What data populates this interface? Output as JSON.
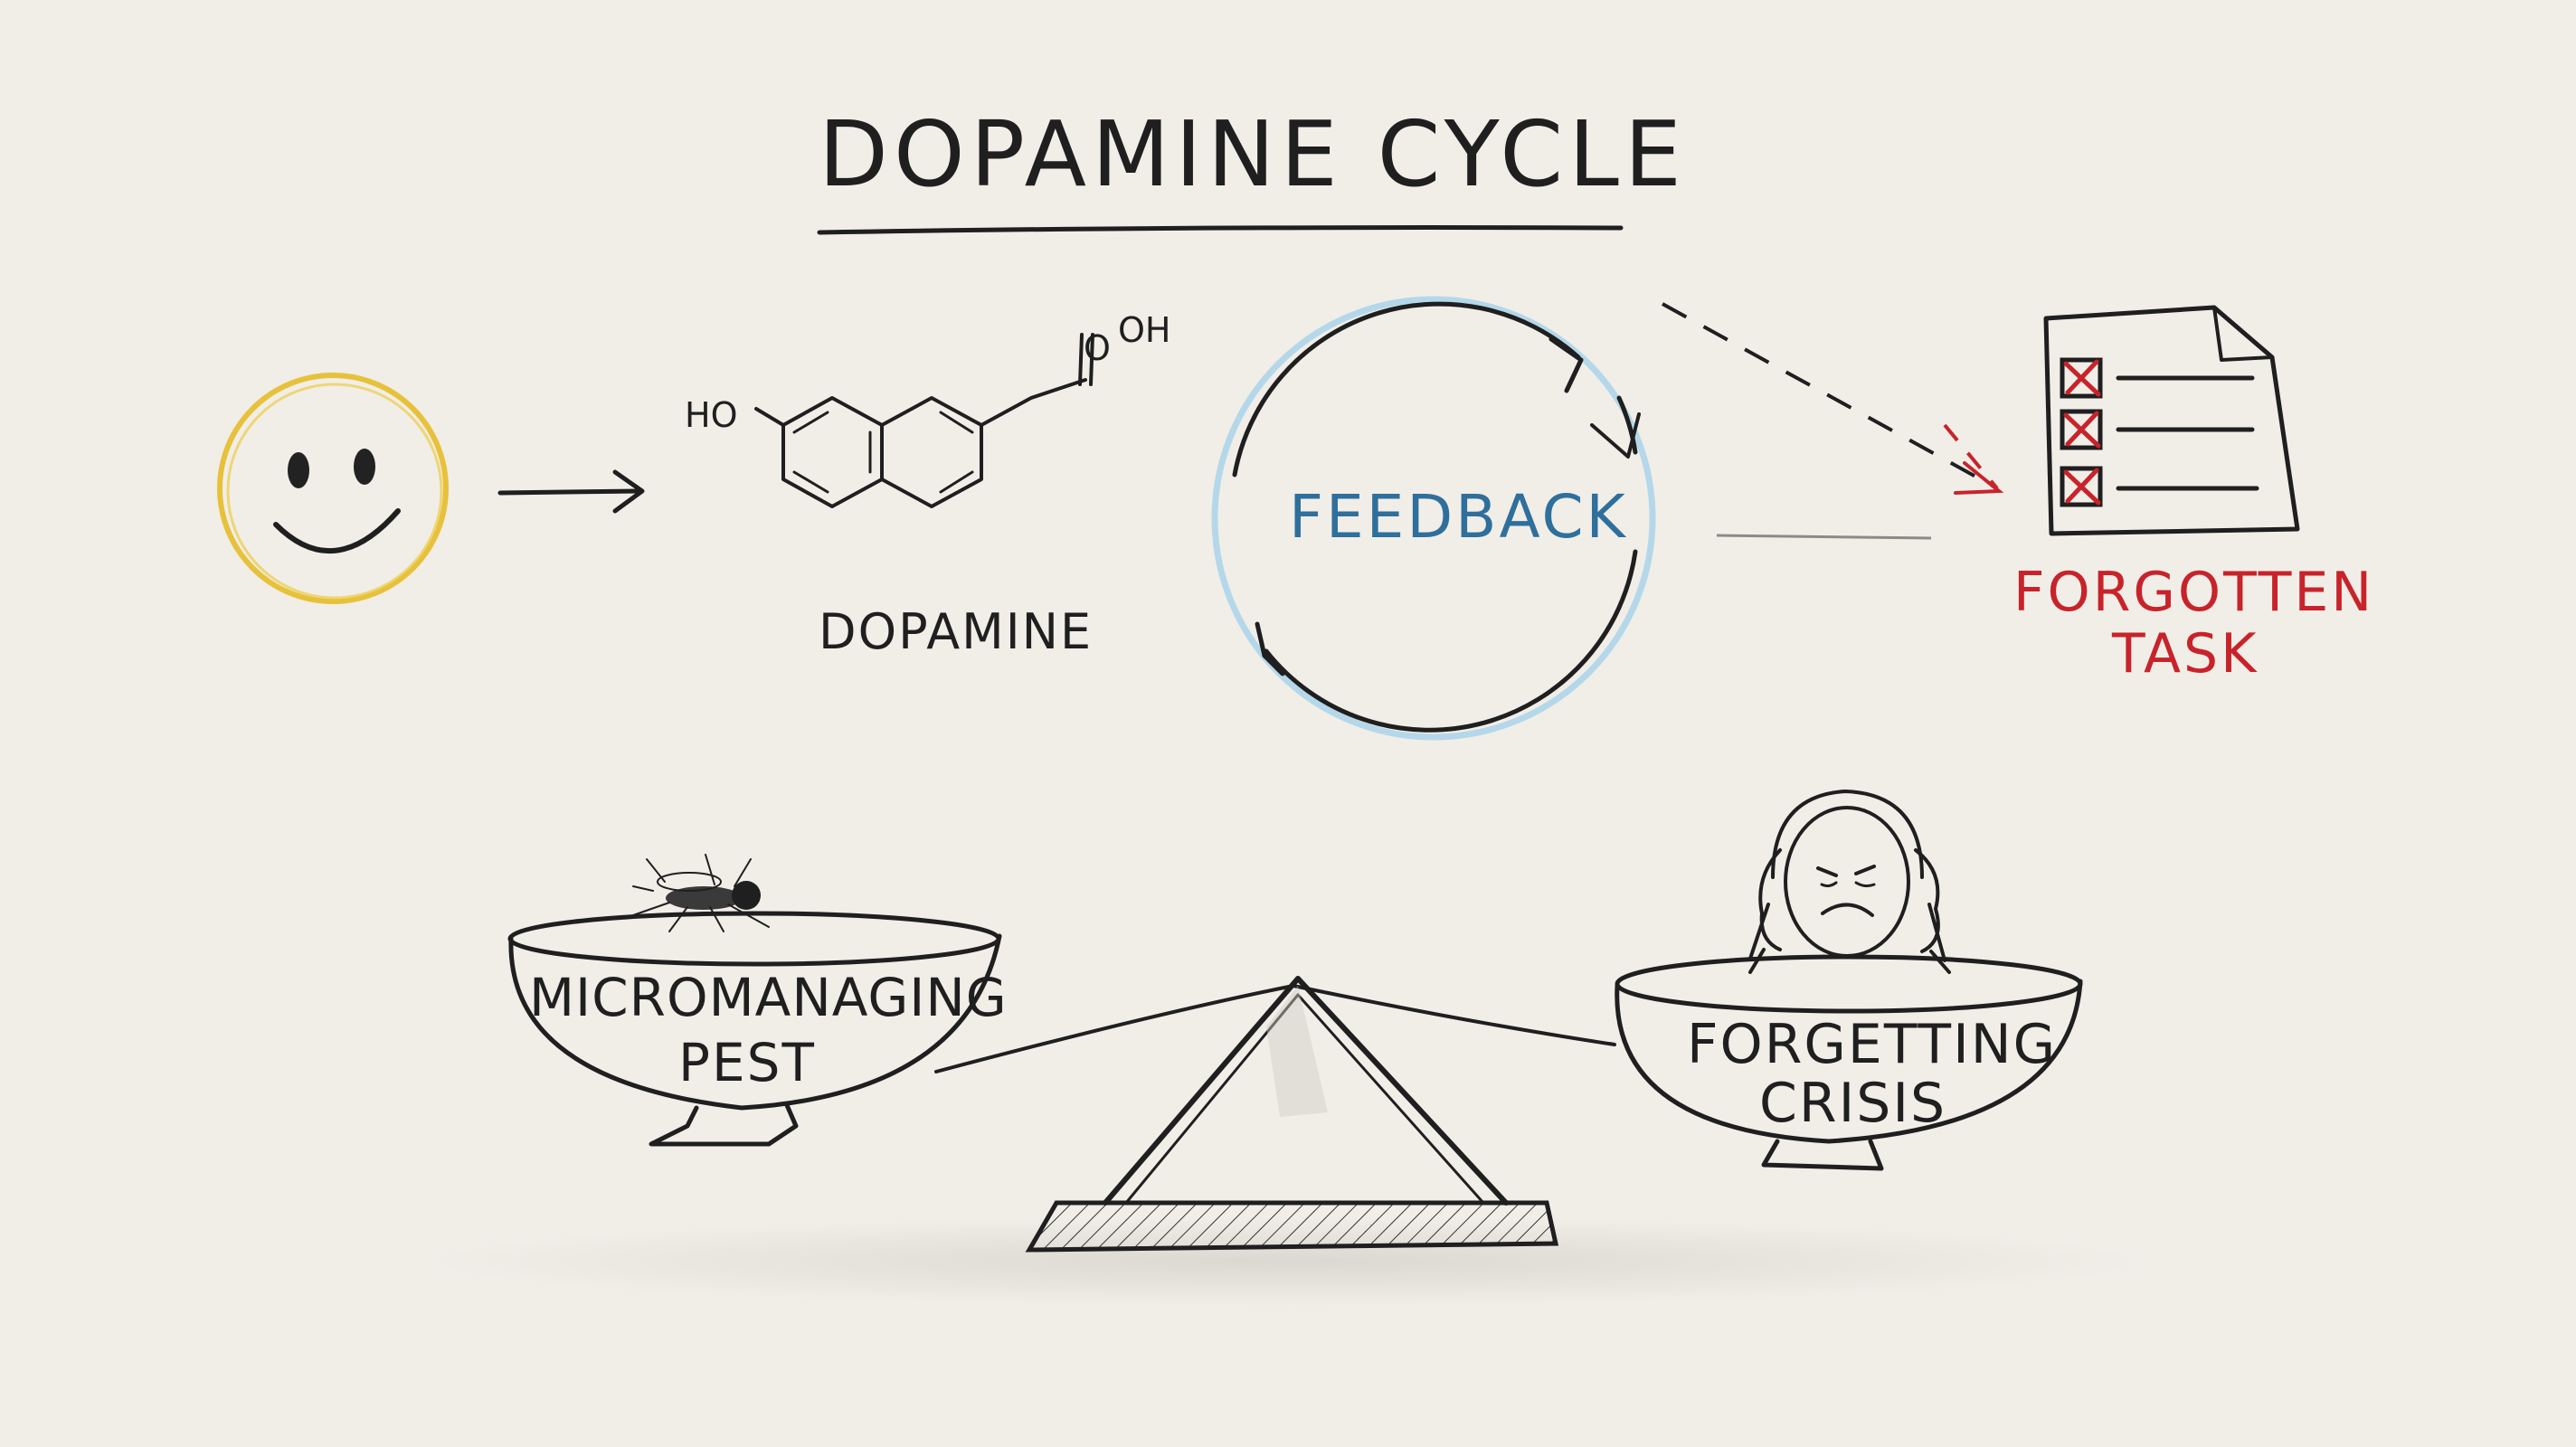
{
  "title": "DOPAMINE CYCLE",
  "smiley_icon": "smiley-face-icon",
  "molecule": {
    "label": "DOPAMINE",
    "ho_label": "HO",
    "cooh_o_label": "O",
    "cooh_oh_label": "OH"
  },
  "cycle": {
    "label": "FEEDBACK"
  },
  "task": {
    "icon": "checklist-icon",
    "line1": "FORGOTTEN",
    "line2": "TASK"
  },
  "scale": {
    "left_line1": "MICROMANAGING",
    "left_line2": "PEST",
    "right_line1": "FORGETTING",
    "right_line2": "CRISIS",
    "left_icon": "fly-icon",
    "right_icon": "stressed-person-icon"
  },
  "colors": {
    "ink": "#1f1f1f",
    "smiley_yellow": "#e7c13a",
    "feedback_blue": "#2f6f9c",
    "cycle_glow": "#a9d3ea",
    "task_red": "#c8232a",
    "paper": "#f1eee8"
  }
}
